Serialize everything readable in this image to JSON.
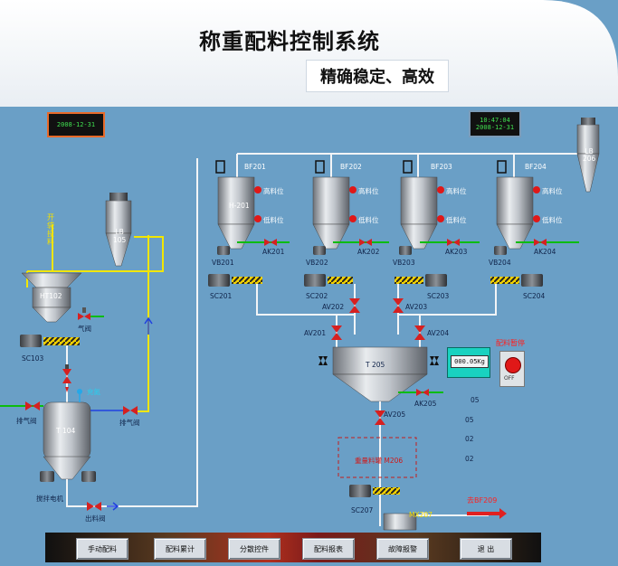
{
  "header": {
    "title": "称重配料控制系统",
    "subtitle": "精确稳定、高效"
  },
  "clocks": {
    "left": "2008-12-31",
    "right_time": "10:47:04",
    "right_date": "2008-12-31"
  },
  "left_area": {
    "vertical_label": "开袋投料",
    "dust_collector_left": "LB\n105",
    "hopper": "HT102",
    "screw": "SC103",
    "vessel": "T 104",
    "valve_air": "气阀",
    "n2_label": "充氮",
    "vent_in": "排气阀",
    "vent_out": "排气阀",
    "motor": "搅拌电机",
    "discharge": "出料阀"
  },
  "silos": [
    {
      "id": "BF201",
      "name": "H-201",
      "motor": "VB201",
      "valve": "AK201",
      "screw": "SC201",
      "high": "高料位",
      "low": "低料位"
    },
    {
      "id": "BF202",
      "name": "",
      "motor": "VB202",
      "valve": "AK202",
      "screw": "SC202",
      "high": "高料位",
      "low": "低料位"
    },
    {
      "id": "BF203",
      "name": "",
      "motor": "VB203",
      "valve": "AK203",
      "screw": "SC203",
      "high": "高料位",
      "low": "低料位"
    },
    {
      "id": "BF204",
      "name": "",
      "motor": "VB204",
      "valve": "AK204",
      "screw": "SC204",
      "high": "高料位",
      "low": "低料位"
    }
  ],
  "right_top": {
    "dust_collector": "LB\n206"
  },
  "weigh": {
    "vessel": "T 205",
    "av201": "AV201",
    "av202": "AV202",
    "av203": "AV203",
    "av204": "AV204",
    "av205": "AV205",
    "ak205": "AK205",
    "display": "000.05Kg",
    "estop_label": "配料暂停",
    "estop_off": "OFF",
    "steps": [
      "05",
      "05",
      "02",
      "02"
    ]
  },
  "bottom_area": {
    "box_label": "重量料罐 M206",
    "screw": "SC207",
    "mixer": "MX207",
    "to_label": "去BF209"
  },
  "nav": [
    {
      "label": "手动配料"
    },
    {
      "label": "配料累计"
    },
    {
      "label": "分散控件"
    },
    {
      "label": "配料报表"
    },
    {
      "label": "故障报警"
    },
    {
      "label": "退 出"
    }
  ],
  "colors": {
    "background": "#6a9fc6",
    "pipe_yellow": "#f2e600",
    "pipe_white": "#f2f4f6",
    "valve_red": "#d62020",
    "level_green": "#0cbc0c"
  }
}
